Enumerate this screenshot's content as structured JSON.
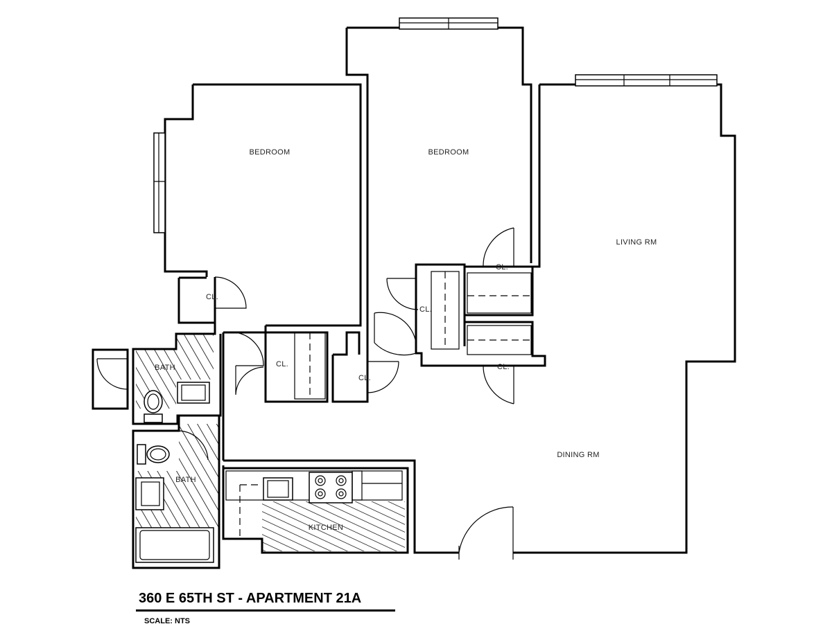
{
  "title": "360 E 65TH ST - APARTMENT 21A",
  "scale": "SCALE: NTS",
  "rooms": {
    "bedroom_1": "BEDROOM",
    "bedroom_2": "BEDROOM",
    "living": "LIVING RM",
    "dining": "DINING RM",
    "kitchen": "KITCHEN",
    "bath_1": "BATH",
    "bath_2": "BATH",
    "closet": "CL."
  }
}
